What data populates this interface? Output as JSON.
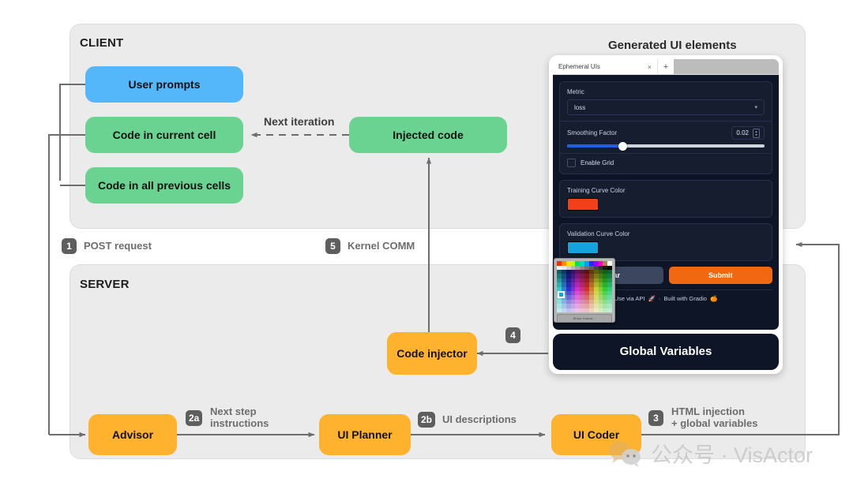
{
  "diagram": {
    "client_panel": {
      "title": "CLIENT"
    },
    "server_panel": {
      "title": "SERVER"
    },
    "generated_caption": "Generated UI elements",
    "nodes": {
      "user_prompts": "User prompts",
      "code_current_cell": "Code in current cell",
      "code_previous_cells": "Code in all previous cells",
      "injected_code": "Injected code",
      "code_injector": "Code injector",
      "global_variables": "Global Variables",
      "advisor": "Advisor",
      "ui_planner": "UI Planner",
      "ui_coder": "UI Coder"
    },
    "edges": {
      "next_iteration": "Next iteration",
      "post_request": {
        "badge": "1",
        "label": "POST request"
      },
      "next_step": {
        "badge": "2a",
        "label": "Next step\ninstructions"
      },
      "ui_descriptions": {
        "badge": "2b",
        "label": "UI descriptions"
      },
      "html_injection": {
        "badge": "3",
        "label": "HTML injection\n+ global variables"
      },
      "global_vars_flow": {
        "badge": "4",
        "label": ""
      },
      "kernel_comm": {
        "badge": "5",
        "label": "Kernel COMM"
      }
    },
    "colors": {
      "blue": "#54b7fa",
      "green": "#6ad391",
      "orange": "#ffb22e",
      "dark": "#0e1526",
      "panel": "#ebebeb",
      "badge": "#5e5e5e",
      "wire": "#6d6d6d"
    }
  },
  "gradio": {
    "tab_title": "Ephemeral UIs",
    "close_icon": "×",
    "new_tab_icon": "+",
    "metric": {
      "label": "Metric",
      "value": "loss",
      "caret": "▾"
    },
    "smoothing": {
      "label": "Smoothing Factor",
      "value": "0.02",
      "percent": 28
    },
    "grid": {
      "label": "Enable Grid",
      "checked": false
    },
    "training_color": {
      "label": "Training Curve Color",
      "value": "#f4401a"
    },
    "validation_color": {
      "label": "Validation Curve Color",
      "value": "#13a3dd"
    },
    "buttons": {
      "clear": "Clear",
      "submit": "Submit"
    },
    "footer": {
      "api": "Use via API",
      "api_icon": "🚀",
      "dot": "·",
      "built": "Built with Gradio",
      "built_icon": "🍊"
    },
    "color_picker": {
      "show_colors": "Show Colors…"
    }
  },
  "watermark": {
    "text": "公众号 · VisActor"
  }
}
